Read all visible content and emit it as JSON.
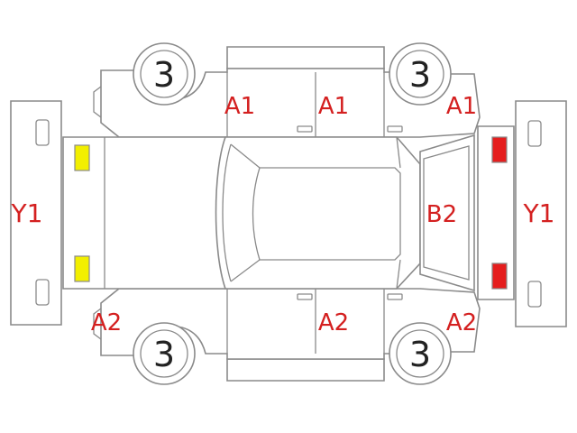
{
  "wheels": {
    "front_left": "3",
    "rear_left": "3",
    "front_right": "3",
    "rear_right": "3"
  },
  "damage_codes": {
    "front_bumper": "Y1",
    "rear_bumper": "Y1",
    "left_front_fender": "A1",
    "left_front_door": "A1",
    "left_rear_quarter": "A1",
    "right_front_fender": "A2",
    "right_front_door": "A2",
    "right_rear_quarter": "A2",
    "rear_window": "B2"
  },
  "colors": {
    "outline": "#8a8a8a",
    "code_text": "#d42020",
    "headlamp": "#f2ef00",
    "tail_lamp": "#e51e1e"
  }
}
